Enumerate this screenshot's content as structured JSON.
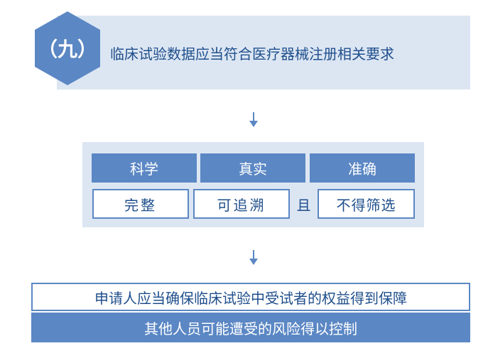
{
  "header": {
    "number": "（九）",
    "title": "临床试验数据应当符合医疗器械注册相关要求"
  },
  "criteria": {
    "top_row": [
      "科学",
      "真实",
      "准确"
    ],
    "bottom_row": [
      "完整",
      "可追溯",
      "不得筛选"
    ],
    "conjunction": "且"
  },
  "outcome": {
    "line1": "申请人应当确保临床试验中受试者的权益得到保障",
    "line2": "其他人员可能遭受的风险得以控制"
  },
  "colors": {
    "primary": "#5b87c4",
    "light": "#dce6f3",
    "text": "#1f4f8c"
  }
}
